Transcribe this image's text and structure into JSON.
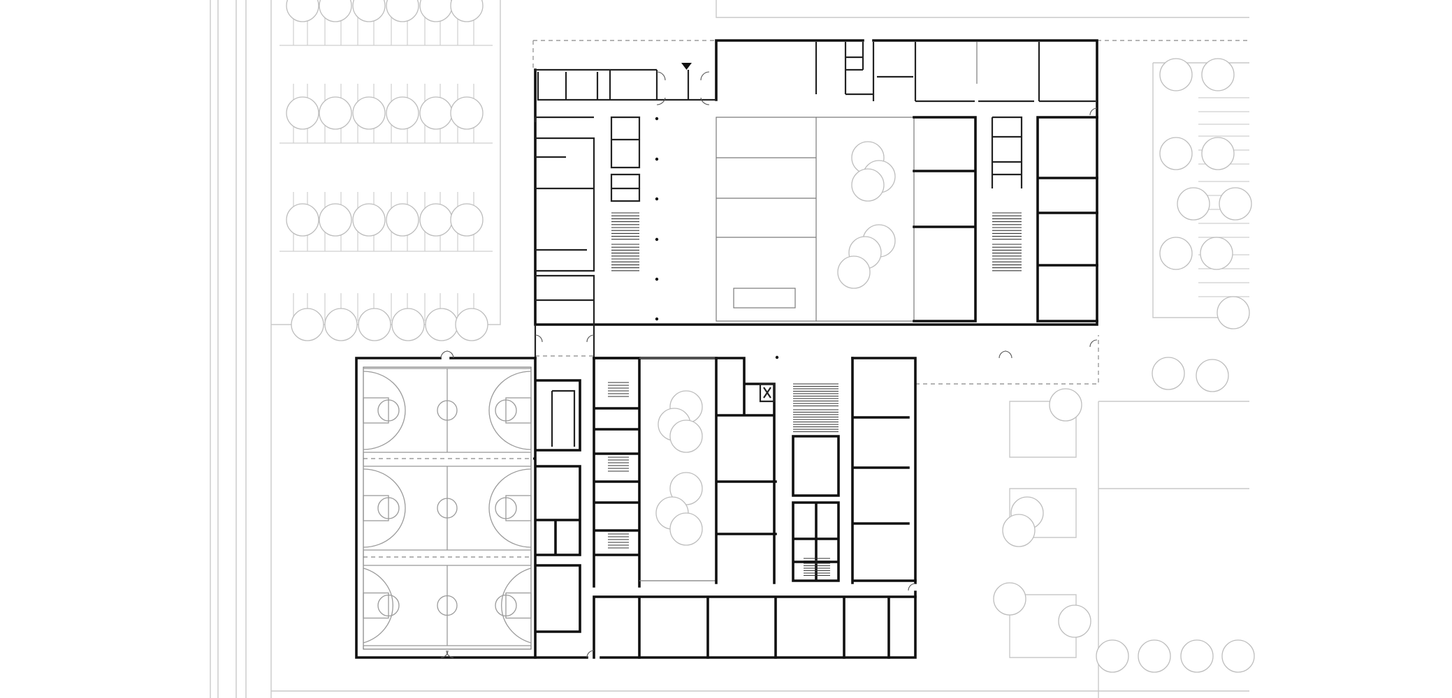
{
  "drawing": {
    "type": "architectural floor plan",
    "colors": {
      "background": "#ffffff",
      "walls": "#111111",
      "site_lines": "#c9c9c9",
      "trees": "#bdbdbd",
      "court_lines": "#9a9a9a"
    },
    "icons": [
      "tree-symbol",
      "entry-arrow-icon",
      "stair-symbol",
      "door-swing-symbol"
    ],
    "basketball_courts": 3
  }
}
